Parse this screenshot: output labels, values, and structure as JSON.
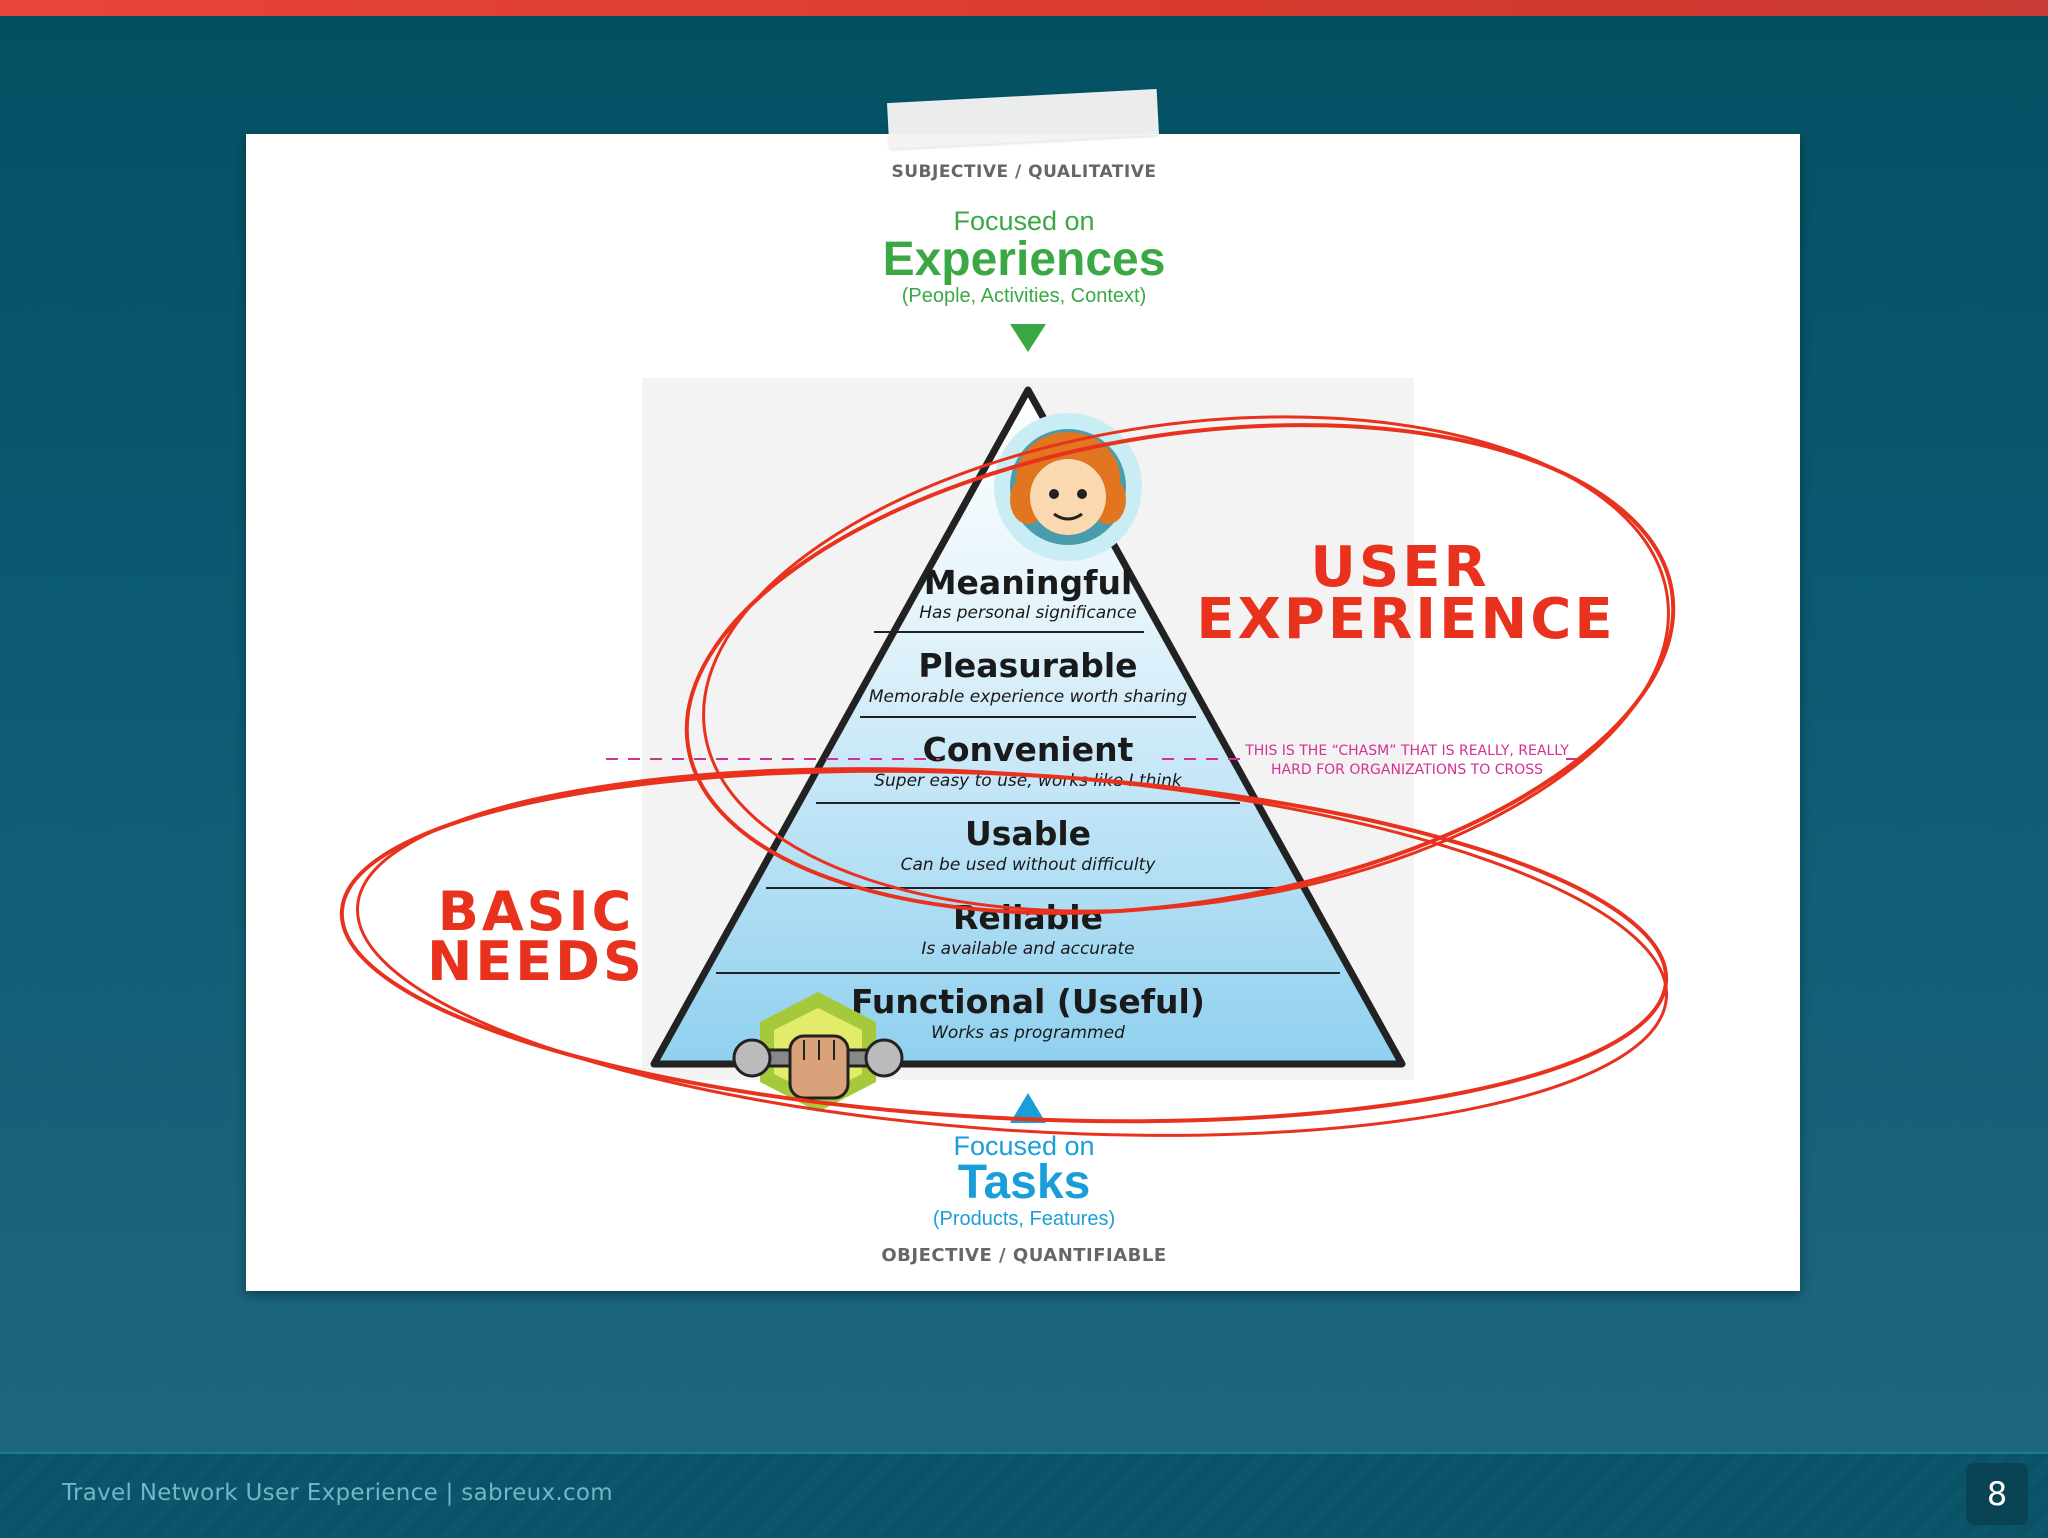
{
  "header": {
    "subjective_label": "SUBJECTIVE / QUALITATIVE",
    "focused_label": "Focused on",
    "experiences_title": "Experiences",
    "experiences_sub": "(People, Activities, Context)"
  },
  "pyramid": {
    "levels": [
      {
        "title": "Meaningful",
        "desc": "Has personal significance"
      },
      {
        "title": "Pleasurable",
        "desc": "Memorable experience worth sharing"
      },
      {
        "title": "Convenient",
        "desc": "Super easy to use, works like I think"
      },
      {
        "title": "Usable",
        "desc": "Can be used without difficulty"
      },
      {
        "title": "Reliable",
        "desc": "Is available and accurate"
      },
      {
        "title": "Functional (Useful)",
        "desc": "Works as programmed"
      }
    ]
  },
  "annotations": {
    "user_experience_line1": "USER",
    "user_experience_line2": "EXPERIENCE",
    "basic_needs_line1": "BASIC",
    "basic_needs_line2": "NEEDS",
    "chasm_line1": "THIS IS THE “CHASM” THAT IS REALLY, REALLY",
    "chasm_line2": "HARD FOR ORGANIZATIONS TO CROSS"
  },
  "footer_section": {
    "focused_label": "Focused on",
    "tasks_title": "Tasks",
    "tasks_sub": "(Products, Features)",
    "objective_label": "OBJECTIVE / QUANTIFIABLE"
  },
  "slide_footer": {
    "text": "Travel Network User Experience | sabreux.com",
    "page_number": "8"
  },
  "colors": {
    "experience_green": "#3aa845",
    "tasks_blue": "#1a9ed9",
    "annotation_red": "#e8321e",
    "chasm_magenta": "#d42f95"
  }
}
